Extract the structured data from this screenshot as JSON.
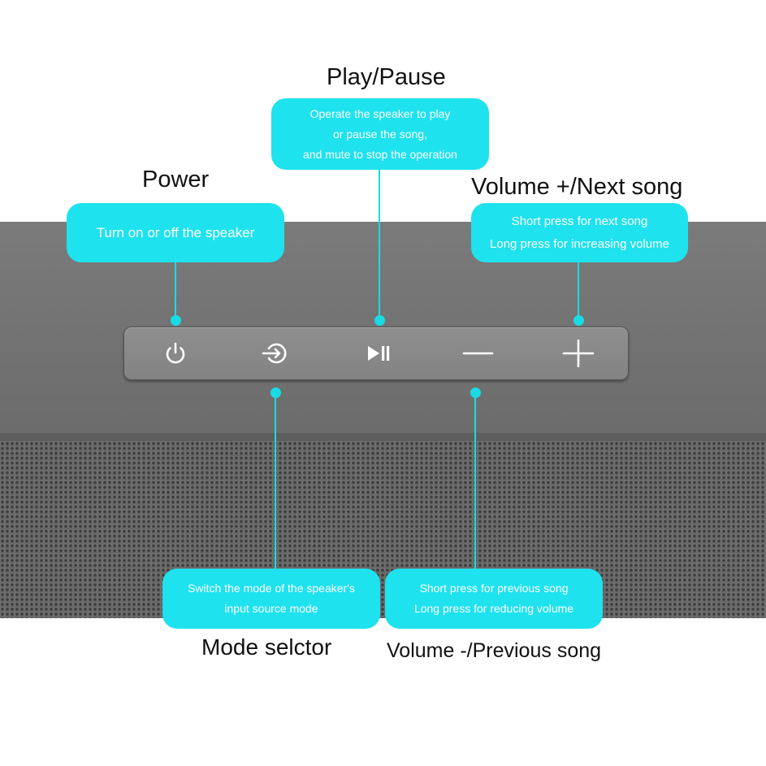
{
  "power": {
    "heading": "Power",
    "bubble_lines": [
      "Turn on or off  the speaker"
    ]
  },
  "play_pause": {
    "heading": "Play/Pause",
    "bubble_lines": [
      "Operate the speaker to play",
      "or pause the song,",
      "and mute to stop the operation"
    ]
  },
  "volume_up": {
    "heading": "Volume +/Next song",
    "bubble_lines": [
      "Short press for next song",
      "Long press for increasing volume"
    ]
  },
  "mode": {
    "heading": "Mode selctor",
    "bubble_lines": [
      "Switch the mode of the speaker's",
      "input source  mode"
    ]
  },
  "volume_down": {
    "heading": "Volume -/Previous song",
    "bubble_lines": [
      "Short press for previous song",
      "Long press for reducing volume"
    ]
  },
  "buttons": [
    {
      "id": "power",
      "icon": "power-icon"
    },
    {
      "id": "mode",
      "icon": "input-source-icon"
    },
    {
      "id": "play_pause",
      "icon": "play-pause-icon"
    },
    {
      "id": "volume_down",
      "icon": "minus-icon"
    },
    {
      "id": "volume_up",
      "icon": "plus-icon"
    }
  ],
  "colors": {
    "accent": "#1ee2ee",
    "speaker_body": "#767676",
    "panel": "#898989",
    "icon": "#ffffff",
    "heading_text": "#111111"
  }
}
